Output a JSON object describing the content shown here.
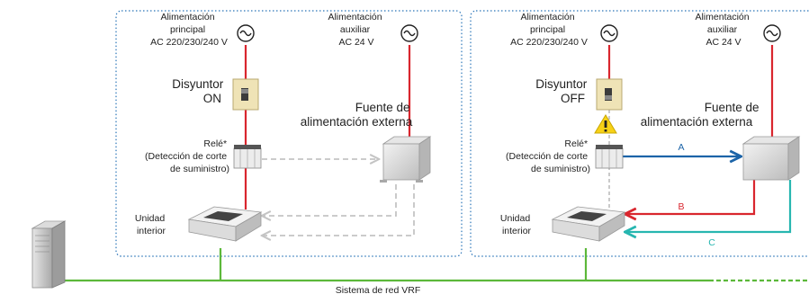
{
  "panel_left": {
    "main_power_lines": [
      "Alimentación",
      "principal",
      "AC 220/230/240 V"
    ],
    "aux_power_lines": [
      "Alimentación",
      "auxiliar",
      "AC 24 V"
    ],
    "breaker_lines": [
      "Disyuntor",
      "ON"
    ],
    "external_supply_lines": [
      "Fuente de",
      "alimentación externa"
    ],
    "relay_lines": [
      "Relé*",
      "(Detección de corte",
      "de suministro)"
    ],
    "indoor_unit_lines": [
      "Unidad",
      "interior"
    ]
  },
  "panel_right": {
    "main_power_lines": [
      "Alimentación",
      "principal",
      "AC 220/230/240 V"
    ],
    "aux_power_lines": [
      "Alimentación",
      "auxiliar",
      "AC 24 V"
    ],
    "breaker_lines": [
      "Disyuntor",
      "OFF"
    ],
    "external_supply_lines": [
      "Fuente de",
      "alimentación externa"
    ],
    "relay_lines": [
      "Relé*",
      "(Detección de corte",
      "de suministro)"
    ],
    "indoor_unit_lines": [
      "Unidad",
      "interior"
    ],
    "line_labels": {
      "a": "A",
      "b": "B",
      "c": "C"
    }
  },
  "network_label": "Sistema de red VRF",
  "icons": {
    "ac_source": "ac-sine-source-icon",
    "warning": "warning-triangle-icon",
    "breaker": "circuit-breaker-icon",
    "relay": "relay-icon",
    "outdoor_unit": "outdoor-unit-icon",
    "indoor_unit": "cassette-indoor-unit-icon",
    "external_supply": "external-power-box-icon"
  },
  "colors": {
    "power_line": "#d9262e",
    "network_line": "#5cb83a",
    "line_a": "#1c64a8",
    "line_b": "#d9262e",
    "line_c": "#27b6b0",
    "signal_dashed": "#c4c4c4",
    "panel_border": "#2a74b8",
    "warning_fill": "#f7d117"
  }
}
